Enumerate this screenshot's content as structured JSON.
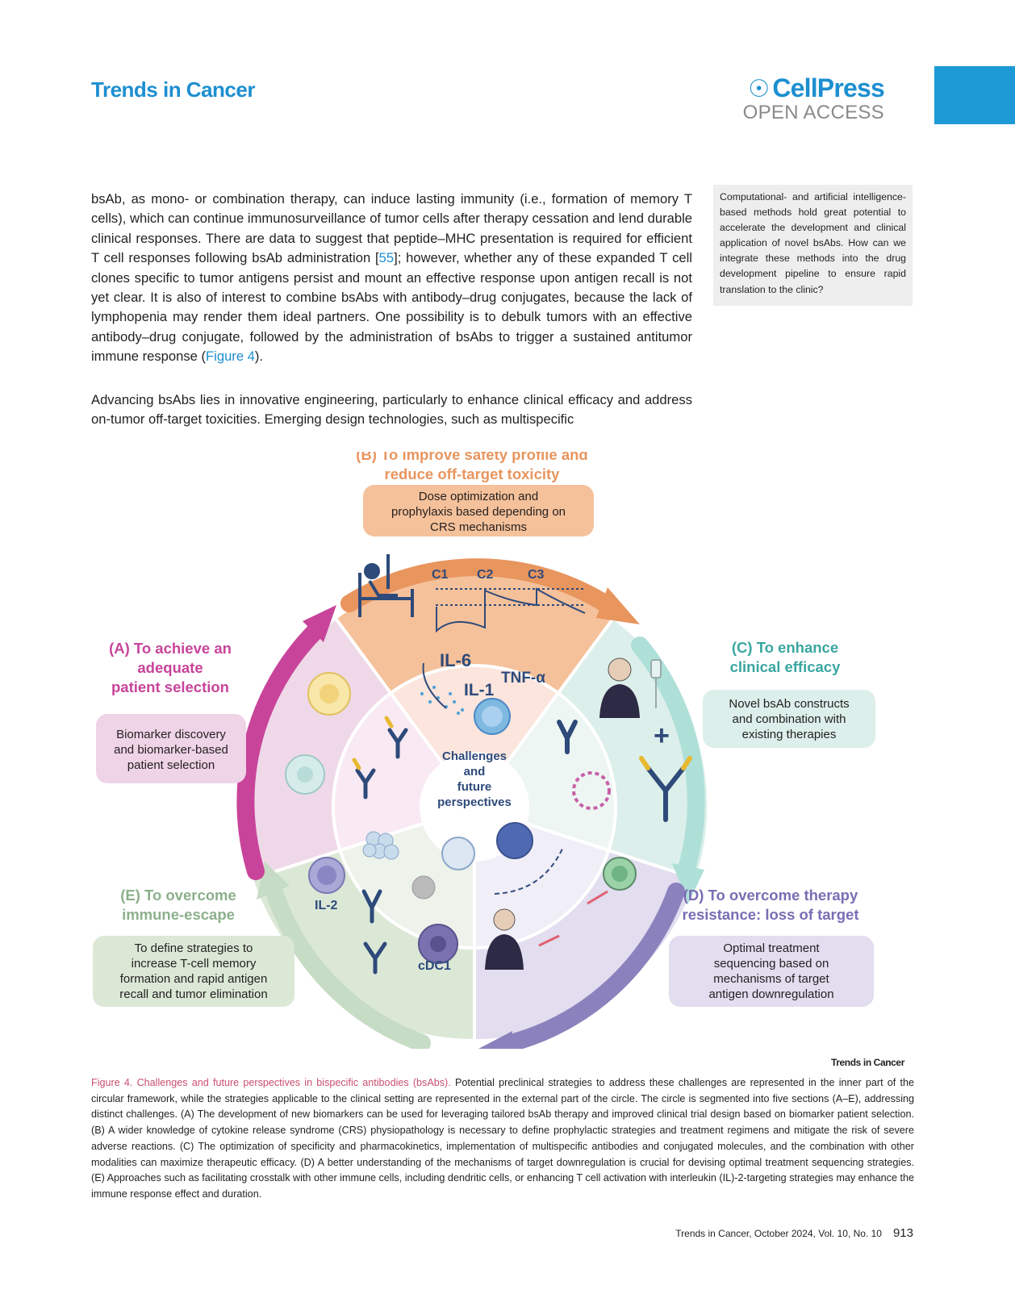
{
  "header": {
    "journal": "Trends in Cancer",
    "publisher": "CellPress",
    "access": "OPEN ACCESS"
  },
  "body": {
    "para1": {
      "before_ref": "bsAb, as mono- or combination therapy, can induce lasting immunity (i.e., formation of memory T cells), which can continue immunosurveillance of tumor cells after therapy cessation and lend durable clinical responses. There are data to suggest that peptide–MHC presentation is required for efficient T cell responses following bsAb administration [",
      "ref": "55",
      "after_ref": "]; however, whether any of these expanded T cell clones specific to tumor antigens persist and mount an effective response upon antigen recall is not yet clear. It is also of interest to combine bsAbs with antibody–drug conjugates, because the lack of lymphopenia may render them ideal partners. One possibility is to debulk tumors with an effective antibody–drug conjugate, followed by the administration of bsAbs to trigger a sustained antitumor immune response (",
      "fig_ref": "Figure 4",
      "end": ")."
    },
    "para2": "Advancing bsAbs lies in innovative engineering, particularly to enhance clinical efficacy and address on-tumor off-target toxicities. Emerging design technologies, such as multispecific"
  },
  "sidebar": {
    "text": "Computational- and artificial intelligence-based methods hold great potential to accelerate the development and clinical application of novel bsAbs. How can we integrate these methods into the drug development pipeline to ensure rapid translation to the clinic?"
  },
  "figure": {
    "center": [
      "Challenges",
      "and",
      "future",
      "perspectives"
    ],
    "sections": {
      "A": {
        "letter": "(A)",
        "title": [
          "To achieve an",
          "adequate",
          "patient selection"
        ],
        "box": [
          "Biomarker discovery",
          "and biomarker-based",
          "patient selection"
        ]
      },
      "B": {
        "letter": "(B)",
        "title": [
          "To improve safety profile and",
          "reduce off-target toxicity"
        ],
        "box": [
          "Dose optimization and",
          "prophylaxis based depending on",
          "CRS mechanisms"
        ]
      },
      "C": {
        "letter": "(C)",
        "title": [
          "To enhance",
          "clinical efficacy"
        ],
        "box": [
          "Novel bsAb constructs",
          "and combination with",
          "existing therapies"
        ]
      },
      "D": {
        "letter": "(D)",
        "title": [
          "To overcome therapy",
          "resistance: loss of target"
        ],
        "box": [
          "Optimal treatment",
          "sequencing based on",
          "mechanisms of target",
          "antigen downregulation"
        ]
      },
      "E": {
        "letter": "(E)",
        "title": [
          "To overcome",
          "immune-escape"
        ],
        "box": [
          "To define strategies to",
          "increase T-cell memory",
          "formation and rapid antigen",
          "recall and tumor elimination"
        ]
      }
    },
    "cycle_labels": [
      "C1",
      "C2",
      "C3"
    ],
    "cytokines": [
      "IL-6",
      "TNF-α",
      "IL-1"
    ],
    "cell_labels": {
      "il2": "IL-2",
      "cdc1": "cDC1"
    },
    "source": "Trends in Cancer",
    "colors": {
      "A": "#c8449a",
      "B": "#e8955e",
      "C": "#3aa6a0",
      "D": "#7a6db4",
      "E": "#8cb08c",
      "brand": "#1d8fd0",
      "caption_title": "#c94f6d"
    }
  },
  "caption": {
    "title": "Figure 4. Challenges and future perspectives in bispecific antibodies (bsAbs).",
    "text": " Potential preclinical strategies to address these challenges are represented in the inner part of the circular framework, while the strategies applicable to the clinical setting are represented in the external part of the circle. The circle is segmented into five sections (A–E), addressing distinct challenges. (A) The development of new biomarkers can be used for leveraging tailored bsAb therapy and improved clinical trial design based on biomarker patient selection. (B) A wider knowledge of cytokine release syndrome (CRS) physiopathology is necessary to define prophylactic strategies and treatment regimens and mitigate the risk of severe adverse reactions. (C) The optimization of specificity and pharmacokinetics, implementation of multispecific antibodies and conjugated molecules, and the combination with other modalities can maximize therapeutic efficacy. (D) A better understanding of the mechanisms of target downregulation is crucial for devising optimal treatment sequencing strategies. (E) Approaches such as facilitating crosstalk with other immune cells, including dendritic cells, or enhancing T cell activation with interleukin (IL)-2-targeting strategies may enhance the immune response effect and duration."
  },
  "footer": {
    "citation": "Trends in Cancer, October 2024, Vol. 10, No. 10",
    "page": "913"
  }
}
